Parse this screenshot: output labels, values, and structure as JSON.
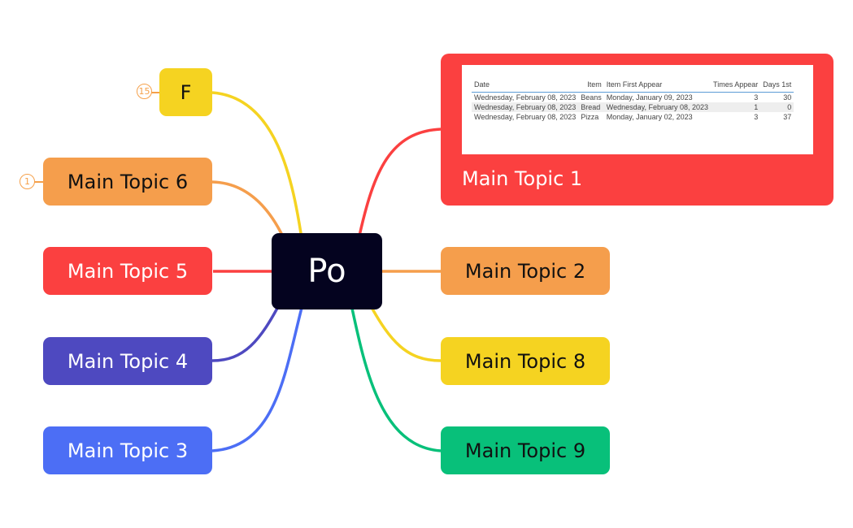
{
  "central": {
    "label": "Po"
  },
  "topics": {
    "f": {
      "label": "F",
      "badge": "15",
      "color": "#f5d321"
    },
    "t6": {
      "label": "Main Topic 6",
      "badge": "1",
      "color": "#f59e4c"
    },
    "t5": {
      "label": "Main Topic 5",
      "color": "#fb4040"
    },
    "t4": {
      "label": "Main Topic 4",
      "color": "#4e49c0"
    },
    "t3": {
      "label": "Main Topic 3",
      "color": "#4c6ef5"
    },
    "t1": {
      "label": "Main Topic 1",
      "color": "#fb4040"
    },
    "t2": {
      "label": "Main Topic 2",
      "color": "#f59e4c"
    },
    "t8": {
      "label": "Main Topic 8",
      "color": "#f5d321"
    },
    "t9": {
      "label": "Main Topic 9",
      "color": "#08c07a"
    }
  },
  "table": {
    "headers": [
      "Date",
      "Item",
      "Item First Appear",
      "Times Appear",
      "Days 1st"
    ],
    "rows": [
      [
        "Wednesday, February 08, 2023",
        "Beans",
        "Monday, January 09, 2023",
        "3",
        "30"
      ],
      [
        "Wednesday, February 08, 2023",
        "Bread",
        "Wednesday, February 08, 2023",
        "1",
        "0"
      ],
      [
        "Wednesday, February 08, 2023",
        "Pizza",
        "Monday, January 02, 2023",
        "3",
        "37"
      ]
    ]
  }
}
